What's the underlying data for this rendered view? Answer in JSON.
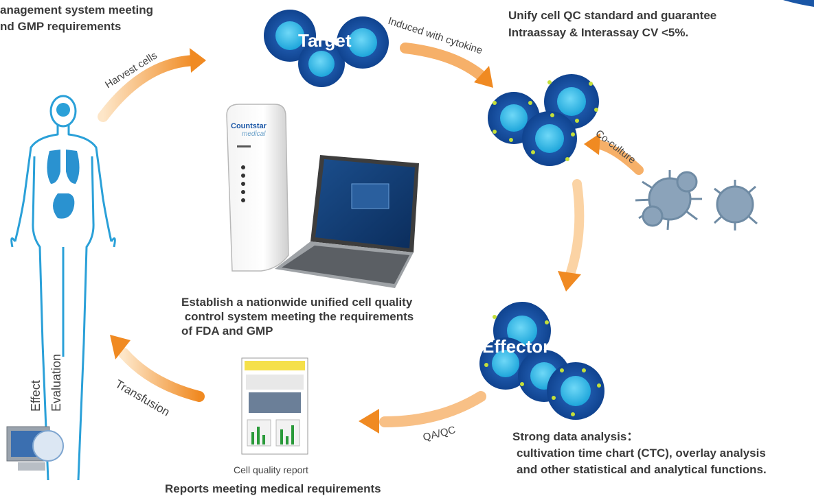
{
  "texts": {
    "top_left_line1": "anagement system meeting",
    "top_left_line2": "nd GMP requirements",
    "top_right_line1": "Unify cell QC standard and guarantee",
    "top_right_line2": "Intraassay & Interassay CV <5%.",
    "target_label": "Target",
    "effector_label": "Effector",
    "harvest_cells": "Harvest cells",
    "induced_with_cytokine": "Induced with cytokine",
    "co_culture": "Co-culture",
    "transfusion": "Transfusion",
    "qa_qc": "QA/QC",
    "effect": "Effect",
    "evaluation": "Evaluation",
    "center_line1": "Establish a nationwide unified cell quality",
    "center_line2": " control system meeting the requirements",
    "center_line3": "of FDA and GMP",
    "cell_quality_report": "Cell quality report",
    "reports_meeting": "Reports meeting medical requirements",
    "analysis_line1": "Strong data analysis：",
    "analysis_line2": "cultivation time chart (CTC), overlay analysis",
    "analysis_line3": "and other statistical and analytical functions."
  },
  "device": {
    "brand": "Countstar",
    "sub": "medical"
  },
  "colors": {
    "arrow": "#f29a3a",
    "cell_dark": "#1a56a6",
    "cell_light": "#35b8e6",
    "body_outline": "#2aa0d8"
  }
}
